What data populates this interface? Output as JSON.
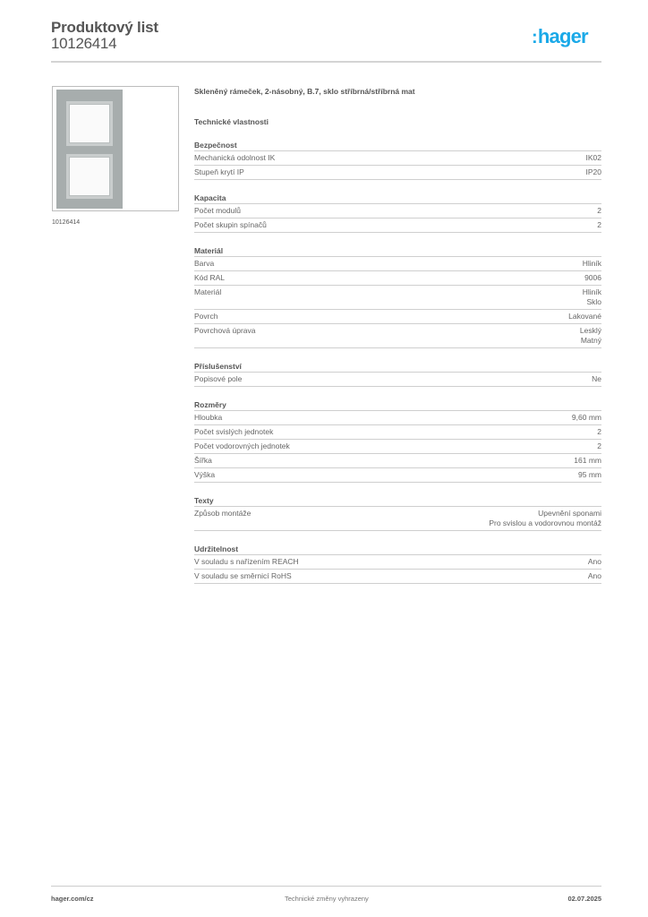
{
  "header": {
    "title": "Produktový list",
    "code": "10126414",
    "logo_text": "hager",
    "logo_color": "#1aa9e8"
  },
  "product_image": {
    "caption": "10126414",
    "frame_color": "#a7adad"
  },
  "content": {
    "product_title": "Skleněný rámeček, 2-násobný, B.7, sklo stříbrná/stříbrná mat",
    "tech_heading": "Technické vlastnosti",
    "sections": [
      {
        "title": "Bezpečnost",
        "rows": [
          {
            "label": "Mechanická odolnost IK",
            "value": [
              "IK02"
            ]
          },
          {
            "label": "Stupeň krytí IP",
            "value": [
              "IP20"
            ]
          }
        ]
      },
      {
        "title": "Kapacita",
        "rows": [
          {
            "label": "Počet modulů",
            "value": [
              "2"
            ]
          },
          {
            "label": "Počet skupin spínačů",
            "value": [
              "2"
            ]
          }
        ]
      },
      {
        "title": "Materiál",
        "rows": [
          {
            "label": "Barva",
            "value": [
              "Hliník"
            ]
          },
          {
            "label": "Kód RAL",
            "value": [
              "9006"
            ]
          },
          {
            "label": "Materiál",
            "value": [
              "Hliník",
              "Sklo"
            ]
          },
          {
            "label": "Povrch",
            "value": [
              "Lakované"
            ]
          },
          {
            "label": "Povrchová úprava",
            "value": [
              "Lesklý",
              "Matný"
            ]
          }
        ]
      },
      {
        "title": "Příslušenství",
        "rows": [
          {
            "label": "Popisové pole",
            "value": [
              "Ne"
            ]
          }
        ]
      },
      {
        "title": "Rozměry",
        "rows": [
          {
            "label": "Hloubka",
            "value": [
              "9,60 mm"
            ]
          },
          {
            "label": "Počet svislých jednotek",
            "value": [
              "2"
            ]
          },
          {
            "label": "Počet vodorovných jednotek",
            "value": [
              "2"
            ]
          },
          {
            "label": "Šířka",
            "value": [
              "161 mm"
            ]
          },
          {
            "label": "Výška",
            "value": [
              "95 mm"
            ]
          }
        ]
      },
      {
        "title": "Texty",
        "rows": [
          {
            "label": "Způsob montáže",
            "value": [
              "Upevnění sponami",
              "Pro svislou a vodorovnou montáž"
            ]
          }
        ]
      },
      {
        "title": "Udržitelnost",
        "rows": [
          {
            "label": "V souladu s nařízením REACH",
            "value": [
              "Ano"
            ]
          },
          {
            "label": "V souladu se směrnicí RoHS",
            "value": [
              "Ano"
            ]
          }
        ]
      }
    ]
  },
  "footer": {
    "website": "hager.com/cz",
    "notice": "Technické změny vyhrazeny",
    "date": "02.07.2025"
  }
}
